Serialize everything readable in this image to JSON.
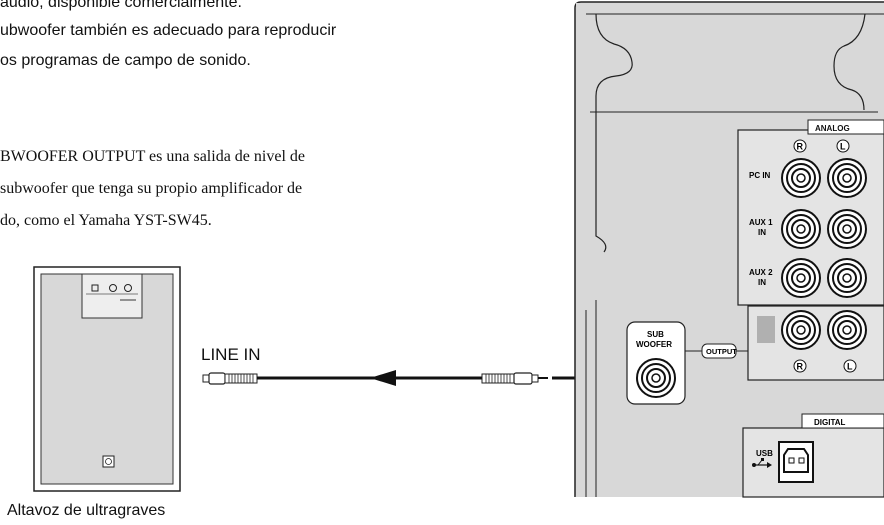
{
  "paragraph1": {
    "lines": [
      "audio, disponible comercialmente.",
      "ubwoofer también es adecuado para reproducir",
      "os programas de campo de sonido."
    ]
  },
  "paragraph2": {
    "lines": [
      "BWOOFER OUTPUT es una salida de nivel de",
      "subwoofer que tenga su propio amplificador de",
      "do, como el Yamaha YST-SW45."
    ]
  },
  "diagram": {
    "line_in_label": "LINE IN",
    "subwoofer_caption": "Altavoz de ultragraves",
    "panel": {
      "analog_label": "ANALOG",
      "digital_label": "DIGITAL",
      "right_symbol": "R",
      "left_symbol": "L",
      "pc_in": "PC IN",
      "aux1_line1": "AUX 1",
      "aux1_line2": "IN",
      "aux2_line1": "AUX 2",
      "aux2_line2": "IN",
      "sub_line1": "SUB",
      "sub_line2": "WOOFER",
      "output": "OUTPUT",
      "usb": "USB"
    }
  }
}
